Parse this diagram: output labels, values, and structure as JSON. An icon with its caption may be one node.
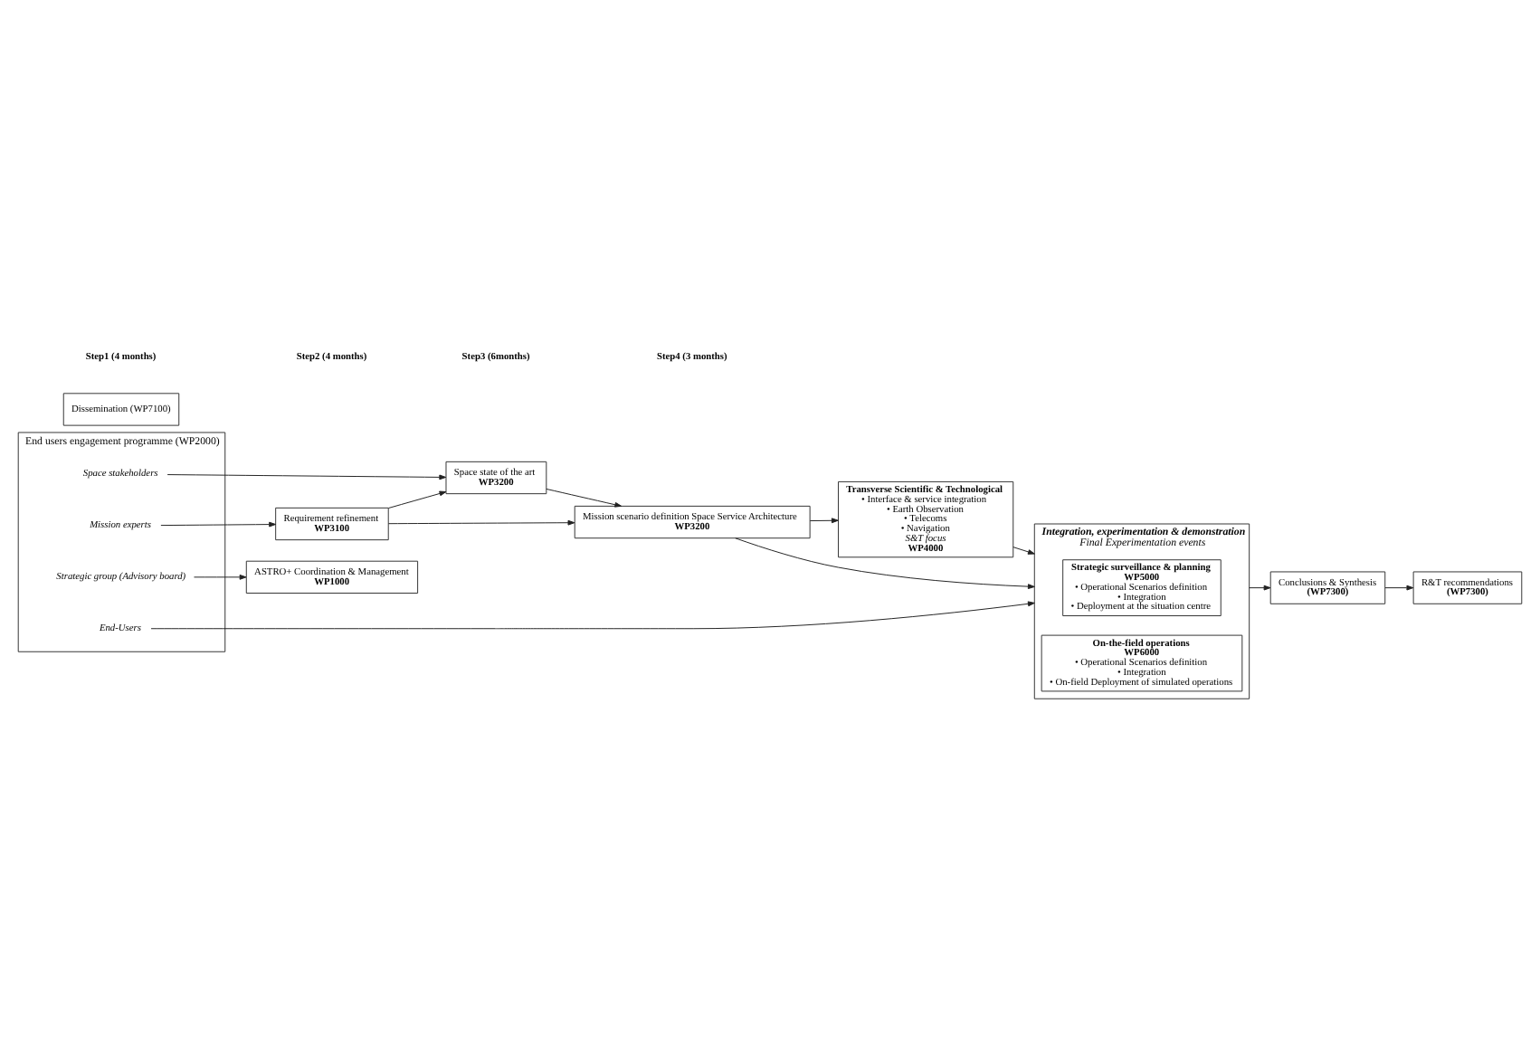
{
  "diagram": {
    "nodes": [
      {
        "text": [
          "ASTRO+ Coordination & Management",
          "WP1000"
        ]
      },
      {
        "text": [
          "End users engagement programme (WP2000)"
        ]
      },
      {
        "text": [
          "Mission experts"
        ],
        "in": 1
      },
      {
        "text": [
          "Space stakeholders"
        ],
        "in": 1
      },
      {
        "text": [
          "Strategic group (Advisory board)"
        ],
        "in": 1
      },
      {
        "text": [
          "End-Users"
        ],
        "in": 1
      },
      {
        "text": [
          "Requirement refinement",
          "WP3100"
        ]
      },
      {
        "text": [
          "Space state of the art",
          "WP3200"
        ]
      },
      {
        "text": [
          "Mission scenario definition Space Service Architecture",
          "WP3200"
        ]
      },
      {
        "text": [
          "Transverse Scientific & Technological",
          "• Interface & service integration",
          "• Earth Observation",
          "• Telecoms",
          "• Navigation",
          "S&T focus",
          "WP4000"
        ]
      },
      {
        "text": [
          "Integration, experimentation & demonstration",
          "Final Experimentation events"
        ]
      },
      {
        "text": [
          "Strategic surveillance & planning",
          "WP5000",
          "• Operational Scenarios definition",
          "• Integration",
          "• Deployment at the situation centre"
        ],
        "in": 10
      },
      {
        "text": [
          "On-the-field operations",
          "WP6000",
          "• Operational Scenarios definition",
          "• Integration",
          "• On-field Deployment of simulated operations"
        ],
        "in": 10
      },
      {
        "text": [
          "Conclusions & Synthesis",
          "(WP7300)"
        ]
      },
      {
        "text": [
          "R&T recommendations",
          "(WP7300)"
        ]
      },
      {
        "text": [
          "Dissemination (WP7100)"
        ]
      }
    ],
    "edges": [
      {
        "from": 4,
        "to": 0,
        "arrow": "to"
      },
      {
        "from": 2,
        "to": 6,
        "arrow": "to"
      },
      {
        "from": 3,
        "to": 7,
        "arrow": "to"
      },
      {
        "from": 6,
        "to": 7,
        "arrow": "to"
      },
      {
        "from": 6,
        "to": 8,
        "arrow": "to"
      },
      {
        "from": 7,
        "to": 8,
        "arrow": "to"
      },
      {
        "from": 8,
        "to": 9,
        "arrow": "to"
      },
      {
        "from": 8,
        "to": 10,
        "arrow": "to"
      },
      {
        "from": 9,
        "to": 10,
        "arrow": "to"
      },
      {
        "from": 5,
        "to": 10,
        "arrow": "to"
      },
      {
        "from": 10,
        "to": 13,
        "arrow": "to"
      },
      {
        "from": 13,
        "to": 14,
        "arrow": "to"
      }
    ],
    "labels": [
      "Step1 (4 months)",
      "Step2 (4 months)",
      "Step3 (6months)",
      "Step4 (3 months)"
    ]
  }
}
